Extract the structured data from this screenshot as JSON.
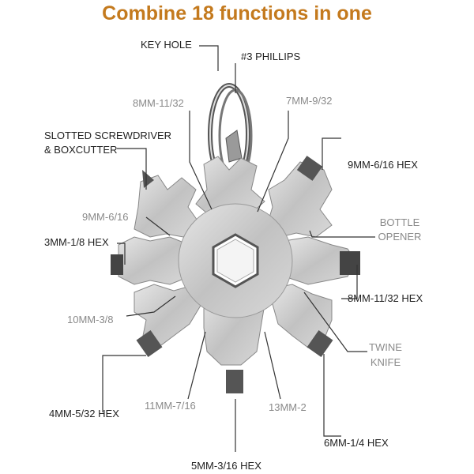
{
  "title": "Combine 18 functions in one",
  "colors": {
    "title": "#c47a1e",
    "label_dark": "#222222",
    "label_light": "#8a8a8a",
    "line": "#333333",
    "metal": "#c9c9c9"
  },
  "labels": {
    "key_hole": "KEY HOLE",
    "phillips": "#3 PHILLIPS",
    "mm8_11_32_top": "8MM-11/32",
    "mm7_9_32": "7MM-9/32",
    "slotted_1": "SLOTTED SCREWDRIVER",
    "slotted_2": "& BOXCUTTER",
    "mm9_6_16_hex": "9MM-6/16 HEX",
    "mm9_6_16": "9MM-6/16",
    "bottle_1": "BOTTLE",
    "bottle_2": "OPENER",
    "mm3_1_8_hex": "3MM-1/8 HEX",
    "mm8_11_32_hex": "8MM-11/32 HEX",
    "mm10_3_8": "10MM-3/8",
    "twine_1": "TWINE",
    "twine_2": "KNIFE",
    "mm4_5_32_hex": "4MM-5/32 HEX",
    "mm11_7_16": "11MM-7/16",
    "mm13_2": "13MM-2",
    "mm6_1_4_hex": "6MM-1/4 HEX",
    "mm5_3_16_hex": "5MM-3/16 HEX"
  }
}
